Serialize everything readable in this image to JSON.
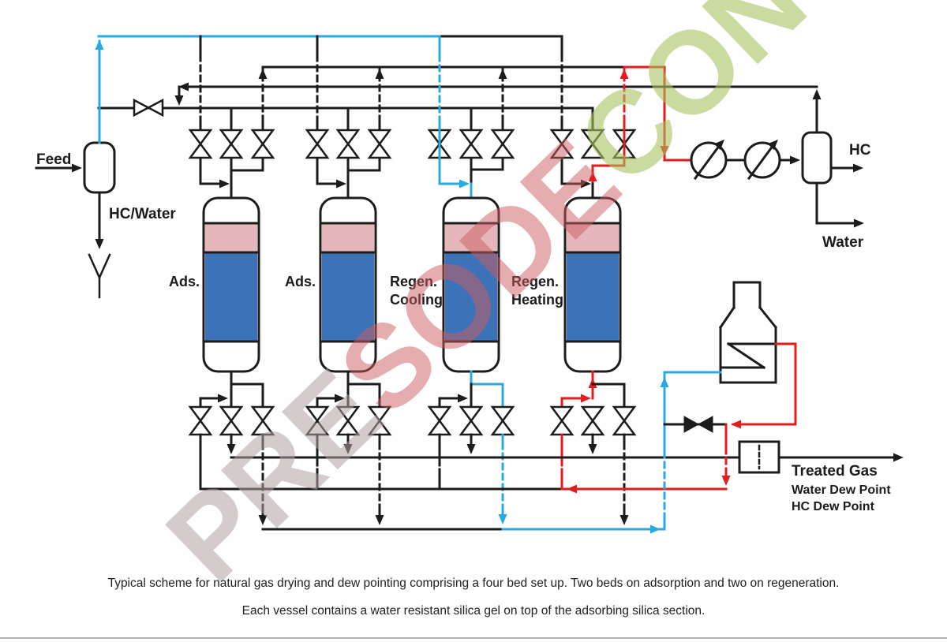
{
  "diagram": {
    "feed_label": "Feed",
    "hc_water_label": "HC/Water",
    "vessels": [
      {
        "label": "Ads."
      },
      {
        "label": "Ads."
      },
      {
        "label": "Regen.",
        "label2": "Cooling"
      },
      {
        "label": "Regen.",
        "label2": "Heating"
      }
    ],
    "hc_label": "HC",
    "water_label": "Water",
    "treated_gas_label": "Treated Gas",
    "water_dew_point_label": "Water Dew Point",
    "hc_dew_point_label": "HC Dew Point"
  },
  "watermark": {
    "part1": "PRE",
    "part2": "SODE",
    "part3": "CON"
  },
  "caption": {
    "line1": "Typical scheme for natural gas drying and dew pointing comprising a four bed set up. Two beds on adsorption and two on regeneration.",
    "line2": "Each vessel contains a water resistant silica gel on top of the adsorbing silica section."
  },
  "colors": {
    "pipe_black": "#1c1c1c",
    "pipe_cyan": "#29a9e2",
    "pipe_red": "#e21d1f",
    "vessel_pink": "#e5b7bb",
    "vessel_blue": "#3c72b7",
    "watermark_pink": "rgba(203,92,96,0.50)",
    "watermark_green": "rgba(168,194,94,0.60)"
  }
}
